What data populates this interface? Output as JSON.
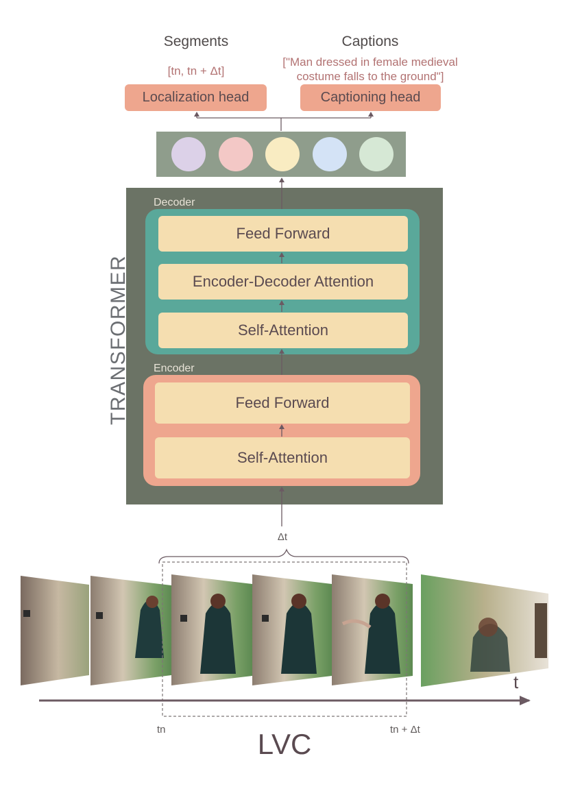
{
  "outputs": {
    "segments_heading": "Segments",
    "segments_value": "[tn, tn + Δt]",
    "captions_heading": "Captions",
    "caption_line1": "[\"Man dressed in female medieval",
    "caption_line2": "costume falls to the ground\"]",
    "localization_head": "Localization head",
    "captioning_head": "Captioning head"
  },
  "tokens": [
    {
      "color": "#dcd1e8"
    },
    {
      "color": "#f3c8c6"
    },
    {
      "color": "#f9ecc2"
    },
    {
      "color": "#d4e3f6"
    },
    {
      "color": "#d6e8d5"
    }
  ],
  "transformer": {
    "title": "TRANSFORMER",
    "decoder": {
      "label": "Decoder",
      "layers": [
        "Feed Forward",
        "Encoder-Decoder Attention",
        "Self-Attention"
      ]
    },
    "encoder": {
      "label": "Encoder",
      "layers": [
        "Feed Forward",
        "Self-Attention"
      ]
    }
  },
  "video": {
    "delta_label": "Δt",
    "start_label": "tn",
    "end_label": "tn + Δt",
    "time_axis_label": "t",
    "title": "LVC",
    "frame_count": 6
  },
  "colors": {
    "head_box": "#eea68e",
    "decoder": "#5aa89a",
    "encoder": "#eea68e",
    "layer": "#f5deb0",
    "transformer_bg": "#6b7365",
    "arrow": "#6b5a62"
  }
}
